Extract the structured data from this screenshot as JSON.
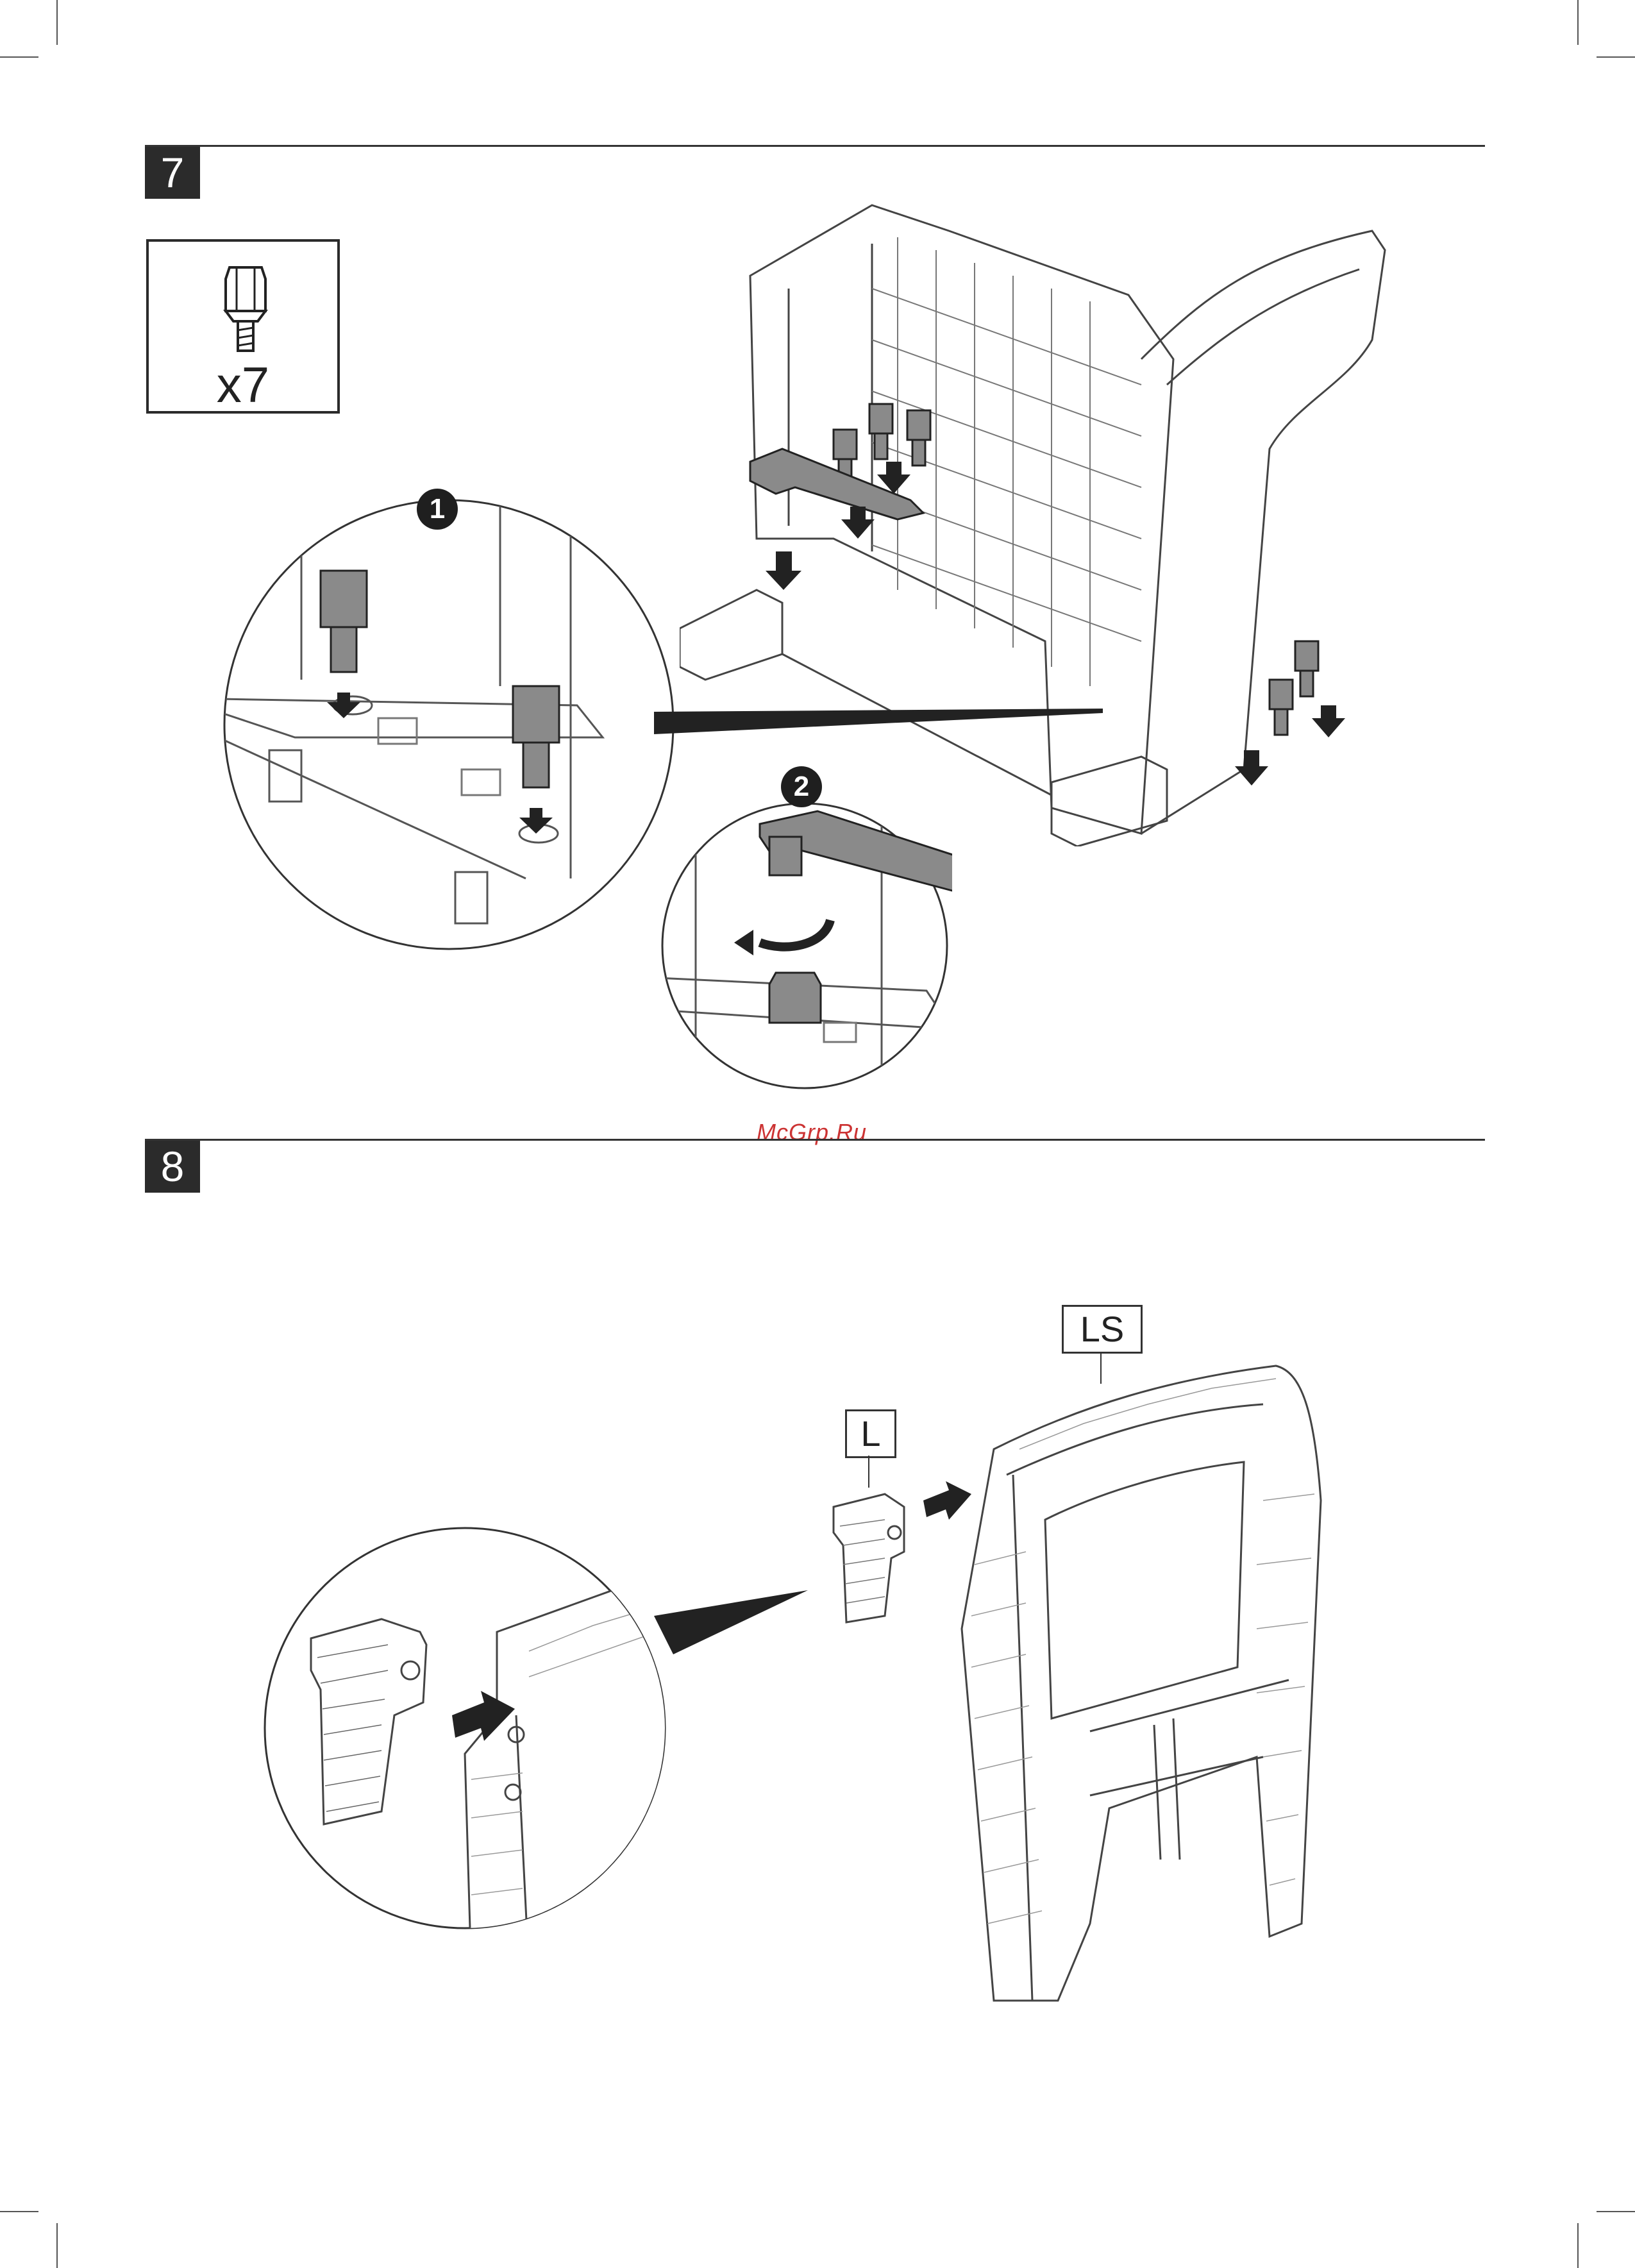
{
  "steps": [
    {
      "number": "7"
    },
    {
      "number": "8"
    }
  ],
  "parts_box": {
    "quantity": "x7",
    "part_icon": "screw-bolt-icon"
  },
  "detail_markers": [
    "1",
    "2"
  ],
  "part_labels": {
    "left_cap": "L",
    "left_side": "LS"
  },
  "watermark": "McGrp.Ru",
  "colors": {
    "ink": "#222222",
    "part_fill": "#8a8a8a",
    "badge": "#2b2b2b",
    "watermark": "#cc3333"
  }
}
